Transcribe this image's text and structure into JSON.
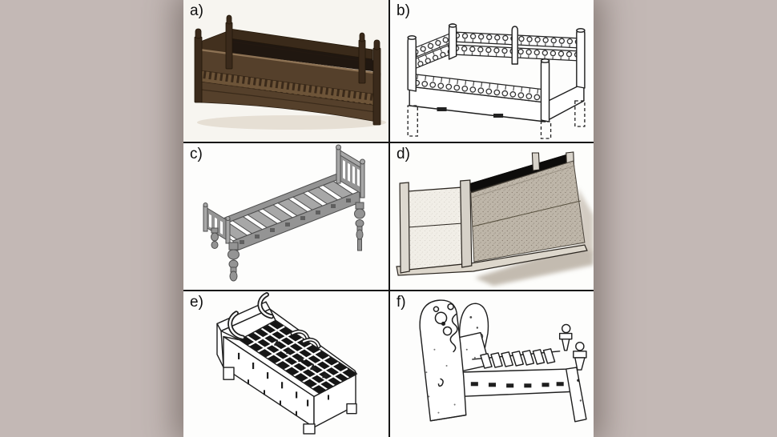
{
  "palette": {
    "bg": "#c3b8b5",
    "panel-bg": "#fdfdfc",
    "divider": "#161616",
    "ink": "#1e1e1e",
    "photo-bg": "#f7f5f0",
    "wood-dark": "#3a2a1a",
    "wood-mid": "#55402b",
    "wood-band": "#6d5438",
    "render-gray": "#949494",
    "render-dark": "#4f4f4f"
  },
  "figure": {
    "panels": [
      {
        "id": "a",
        "label": "a)",
        "media": "photograph",
        "depicts": "dark wooden bed frame with carved rails and corner posts"
      },
      {
        "id": "b",
        "label": "b)",
        "media": "line drawing",
        "depicts": "bed with openwork baluster rails, reconstructed legs shown dashed"
      },
      {
        "id": "c",
        "label": "c)",
        "media": "3D render",
        "depicts": "grey slatted bed with turned legs, headboard and footboard"
      },
      {
        "id": "d",
        "label": "d)",
        "media": "stippled drawing",
        "depicts": "long plank-built rectangular box with corner posts"
      },
      {
        "id": "e",
        "label": "e)",
        "media": "line drawing",
        "depicts": "box bed with lattice webbing base and curved brackets"
      },
      {
        "id": "f",
        "label": "f)",
        "media": "line drawing",
        "depicts": "bed with carved animal-head headboard planks and slatted base"
      }
    ]
  }
}
